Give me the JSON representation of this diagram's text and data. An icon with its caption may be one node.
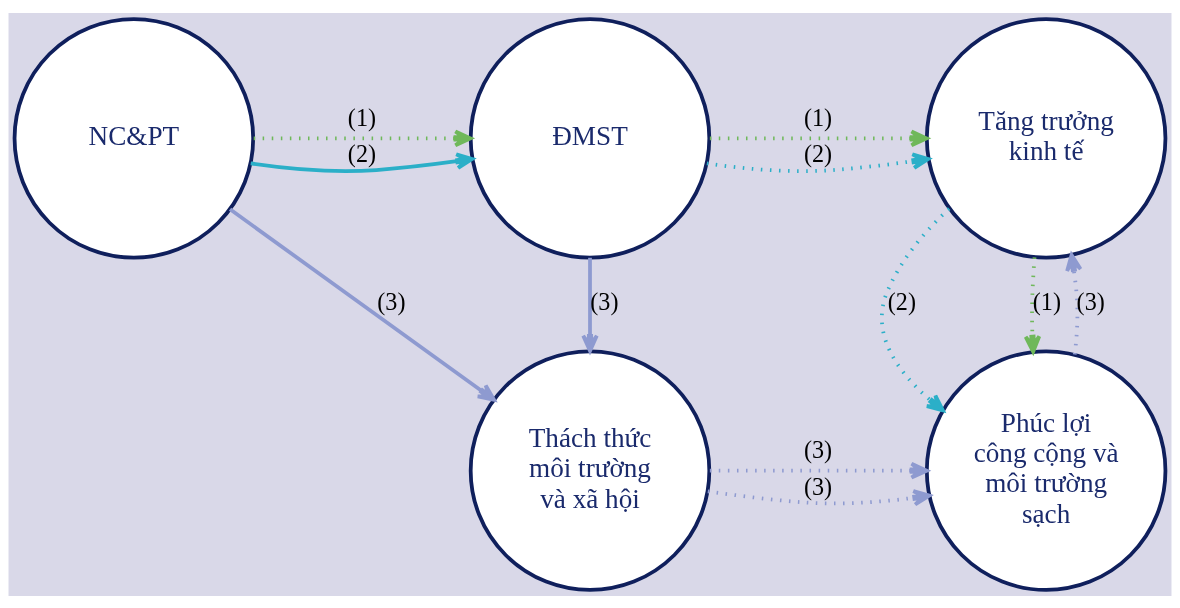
{
  "diagram": {
    "nodes": [
      {
        "text": [
          "NC&PT"
        ]
      },
      {
        "text": [
          "ĐMST"
        ]
      },
      {
        "text": [
          "Tăng trưởng kinh tế"
        ]
      },
      {
        "text": [
          "Thách thức môi trường và xã hội"
        ]
      },
      {
        "text": [
          "Phúc lợi công cộng và môi trường sạch"
        ]
      }
    ],
    "edges": [
      {
        "from": 0,
        "to": 1,
        "arrow": "to",
        "label": "(1)",
        "style": "dashed",
        "color": "#6fb85a"
      },
      {
        "from": 0,
        "to": 1,
        "arrow": "to",
        "label": "(2)",
        "color": "#2bafc8"
      },
      {
        "from": 1,
        "to": 2,
        "arrow": "to",
        "label": "(1)",
        "style": "dashed",
        "color": "#6fb85a"
      },
      {
        "from": 1,
        "to": 2,
        "arrow": "to",
        "label": "(2)",
        "style": "dashed",
        "color": "#2bafc8"
      },
      {
        "from": 0,
        "to": 3,
        "arrow": "to",
        "label": "(3)"
      },
      {
        "from": 1,
        "to": 3,
        "arrow": "to",
        "label": "(3)"
      },
      {
        "from": 3,
        "to": 4,
        "arrow": "to",
        "label": "(3)",
        "style": "dashed"
      },
      {
        "from": 3,
        "to": 4,
        "arrow": "to",
        "label": "(3)",
        "style": "dashed"
      },
      {
        "from": 2,
        "to": 4,
        "arrow": "to",
        "label": "(2)",
        "style": "dashed",
        "color": "#2bafc8"
      },
      {
        "from": 2,
        "to": 4,
        "arrow": "to",
        "label": "(1)",
        "style": "dashed",
        "color": "#6fb85a"
      },
      {
        "from": 4,
        "to": 2,
        "arrow": "to",
        "label": "(3)",
        "style": "dashed"
      }
    ]
  }
}
